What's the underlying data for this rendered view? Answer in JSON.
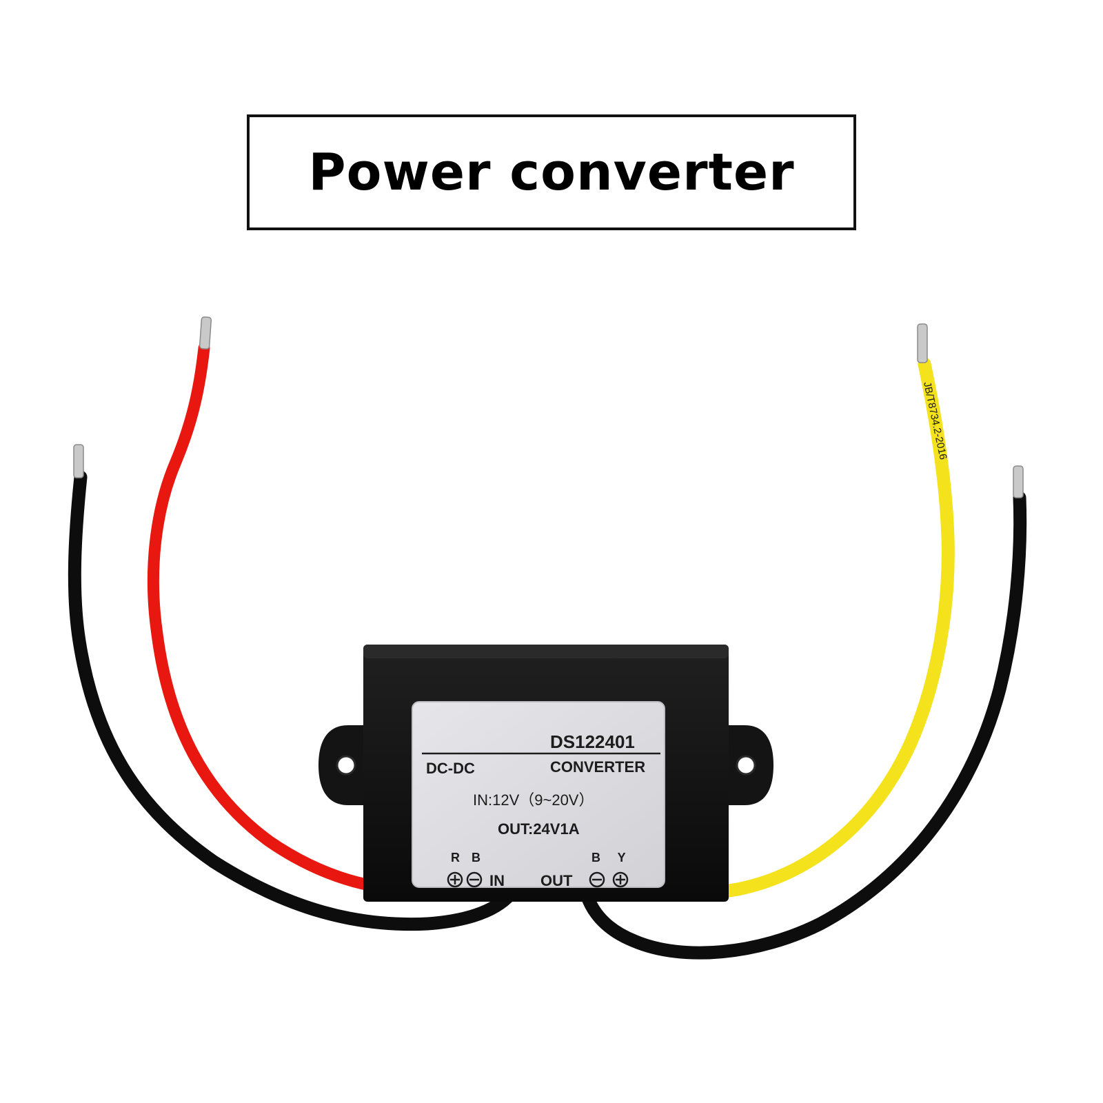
{
  "title": "Power converter",
  "label": {
    "model": "DS122401",
    "type_left": "DC-DC",
    "type_right": "CONVERTER",
    "input_spec": "IN:12V（9~20V）",
    "output_spec": "OUT:24V1A",
    "in_colors": "R B",
    "in_text": "IN",
    "out_text": "OUT",
    "out_colors": "B Y"
  },
  "wire_print": "JB/T8734.2-2016",
  "colors": {
    "wire_red": "#e8170f",
    "wire_black": "#0d0d0d",
    "wire_yellow": "#f4e21c",
    "housing": "#121212",
    "label_bg": "#dedee2",
    "copper_tip": "#c9c9c9"
  }
}
